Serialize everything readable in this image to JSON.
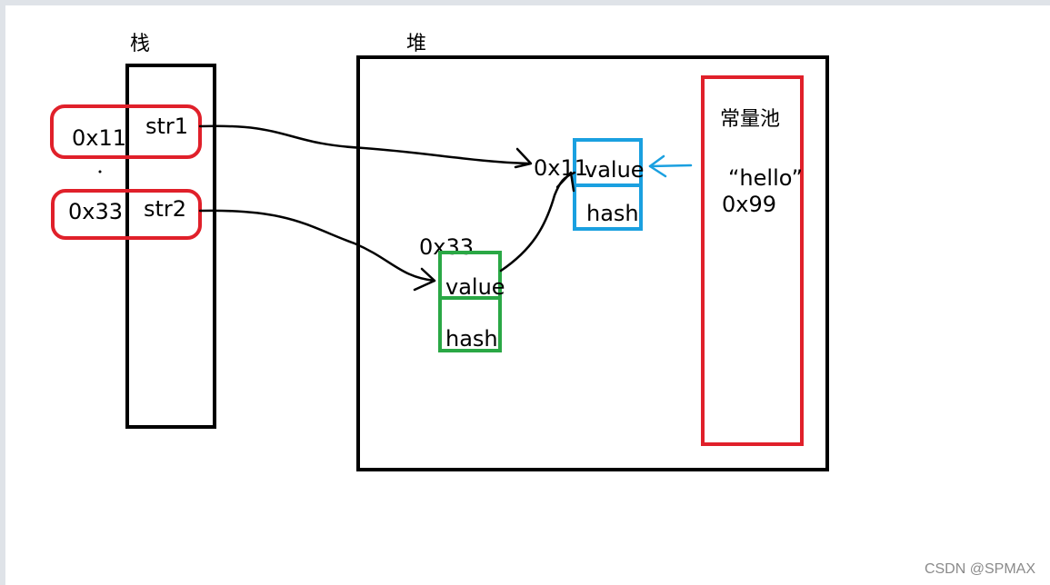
{
  "labels": {
    "stack": "栈",
    "heap": "堆",
    "constant_pool": "常量池"
  },
  "stack": {
    "vars": [
      {
        "address": "0x11",
        "name": "str1"
      },
      {
        "address": "0x33",
        "name": "str2"
      }
    ]
  },
  "heap": {
    "object_a": {
      "address": "0x11",
      "field_value": "value",
      "field_hash": "hash"
    },
    "object_b": {
      "address": "0x33",
      "field_value": "value",
      "field_hash": "hash"
    }
  },
  "pool": {
    "literal": "“hello”",
    "address": "0x99"
  },
  "watermark": "CSDN @SPMAX",
  "colors": {
    "outline": "#000000",
    "var_highlight": "#e0202a",
    "pool_border": "#e0202a",
    "object_a_border": "#1aa0e0",
    "object_b_border": "#2aa845",
    "pool_arrow": "#1aa0e0"
  }
}
